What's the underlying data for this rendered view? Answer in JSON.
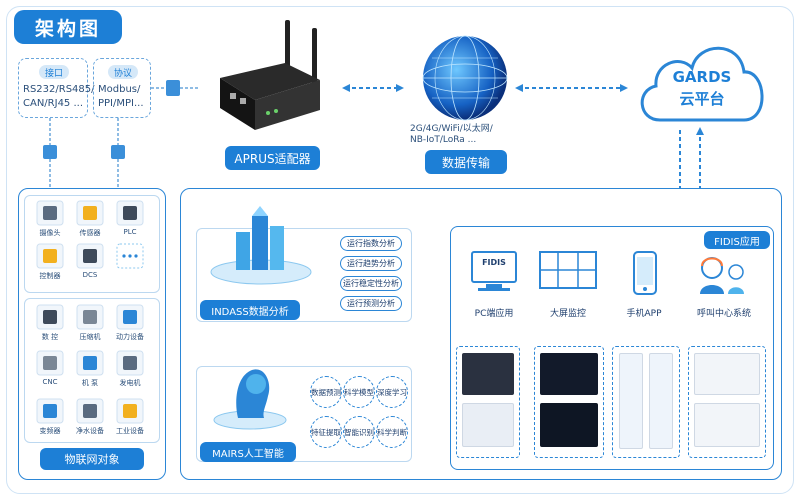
{
  "title": "架构图",
  "protocols": {
    "interface_label": "接口",
    "interface_lines": [
      "RS232/RS485/",
      "CAN/RJ45 ..."
    ],
    "protocol_label": "协议",
    "protocol_lines": [
      "Modbus/",
      "PPI/MPI..."
    ]
  },
  "adapter_label": "APRUS适配器",
  "network_lines": [
    "2G/4G/WiFi/以太网/",
    "NB-IoT/LoRa ..."
  ],
  "transmission_label": "数据传输",
  "cloud": {
    "line1": "GARDS",
    "line2": "云平台"
  },
  "iot": {
    "row1": [
      {
        "label": "摄像头",
        "icon": "camera-icon"
      },
      {
        "label": "传感器",
        "icon": "sensor-icon"
      },
      {
        "label": "PLC",
        "icon": "plc-icon"
      }
    ],
    "row2": [
      {
        "label": "控制器",
        "icon": "controller-icon"
      },
      {
        "label": "DCS",
        "icon": "dcs-icon"
      },
      {
        "label": "",
        "icon": "more-icon"
      }
    ],
    "row3": [
      {
        "label": "数 控",
        "icon": "cnc-icon"
      },
      {
        "label": "压缩机",
        "icon": "compressor-icon"
      },
      {
        "label": "动力设备",
        "icon": "generator-icon"
      }
    ],
    "row4": [
      {
        "label": "CNC",
        "icon": "cnc2-icon"
      },
      {
        "label": "机 泵",
        "icon": "pump-icon"
      },
      {
        "label": "发电机",
        "icon": "genset-icon"
      }
    ],
    "row5": [
      {
        "label": "变频器",
        "icon": "inverter-icon"
      },
      {
        "label": "净水设备",
        "icon": "water-icon"
      },
      {
        "label": "工业设备",
        "icon": "industrial-icon"
      }
    ],
    "footer": "物联网对象"
  },
  "indass": {
    "label": "INDASS数据分析",
    "items": [
      "运行指数分析",
      "运行趋势分析",
      "运行稳定性分析",
      "运行预测分析"
    ]
  },
  "mairs": {
    "label": "MAIRS人工智能",
    "circles": [
      [
        "数据",
        "预测"
      ],
      [
        "科学",
        "模型"
      ],
      [
        "深度",
        "学习"
      ],
      [
        "特征",
        "提取"
      ],
      [
        "智能",
        "识别"
      ],
      [
        "科学",
        "判断"
      ]
    ]
  },
  "fidis": {
    "header": "FIDIS应用",
    "apps": [
      {
        "label": "PC端应用",
        "icon": "pc-icon",
        "badge": "FIDIS"
      },
      {
        "label": "大屏监控",
        "icon": "video-wall-icon"
      },
      {
        "label": "手机APP",
        "icon": "phone-icon"
      },
      {
        "label": "呼叫中心系统",
        "icon": "call-center-icon"
      }
    ]
  },
  "colors": {
    "primary": "#1d7fd6",
    "dark": "#1f3f6e",
    "light": "#d5e8f8"
  }
}
